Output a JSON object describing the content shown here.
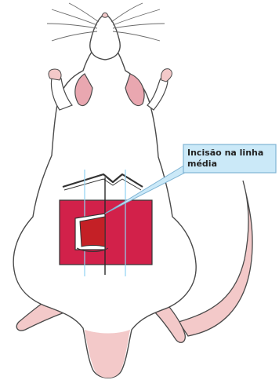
{
  "callout": {
    "text": "Incisão na linha média"
  },
  "colors": {
    "body_fill": "#ffffff",
    "outline": "#4a4a4a",
    "skin_pink": "#f3c9c9",
    "inner_ear_pink": "#e9a7b0",
    "surgical_field": "#d2214a",
    "incision_red": "#c42026",
    "guide_lines": "#8fd3f2",
    "callout_fill": "#cbe9f8",
    "callout_border": "#7fb4d4"
  },
  "icons": [
    "rat-outline",
    "whiskers",
    "surgical-drape",
    "incision-flap",
    "callout-box"
  ]
}
